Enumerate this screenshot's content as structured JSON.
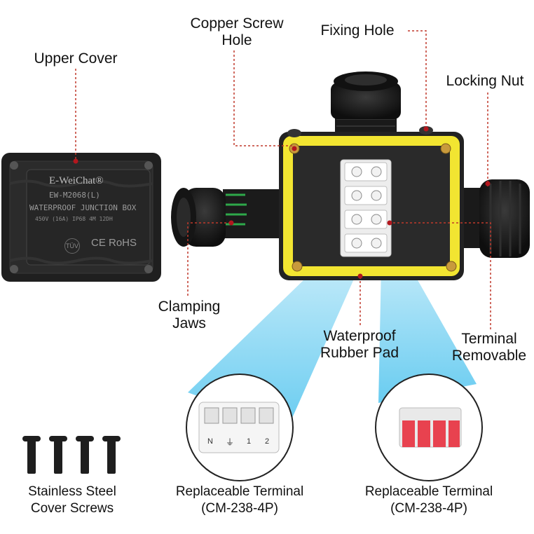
{
  "labels": {
    "copper_screw_hole": [
      "Copper Screw",
      "Hole"
    ],
    "fixing_hole": "Fixing Hole",
    "upper_cover": "Upper Cover",
    "locking_nut": "Locking Nut",
    "clamping_jaws": [
      "Clamping",
      "Jaws"
    ],
    "waterproof_rubber_pad": [
      "Waterproof",
      "Rubber Pad"
    ],
    "terminal_removable": [
      "Terminal",
      "Removable"
    ]
  },
  "captions": {
    "screws": [
      "Stainless Steel",
      "Cover Screws"
    ],
    "terminal_left": [
      "Replaceable Terminal",
      "(CM-238-4P)"
    ],
    "terminal_right": [
      "Replaceable Terminal",
      "(CM-238-4P)"
    ]
  },
  "cover_print": {
    "brand": "E-WeiChat®",
    "model": "EW-M2068(L)",
    "title": "WATERPROOF JUNCTION BOX",
    "spec": "450V (16A) IP68 4M 12DH",
    "marks": "CE RoHS",
    "tuv": "TÜV"
  },
  "terminal_marks": [
    "N",
    "⏚",
    "1",
    "2"
  ],
  "colors": {
    "leader": "#c0392b",
    "box_body": "#2b2b2b",
    "gasket": "#f2e531",
    "beam": "#5bc8f0",
    "terminal_orange": "#e8424f"
  }
}
